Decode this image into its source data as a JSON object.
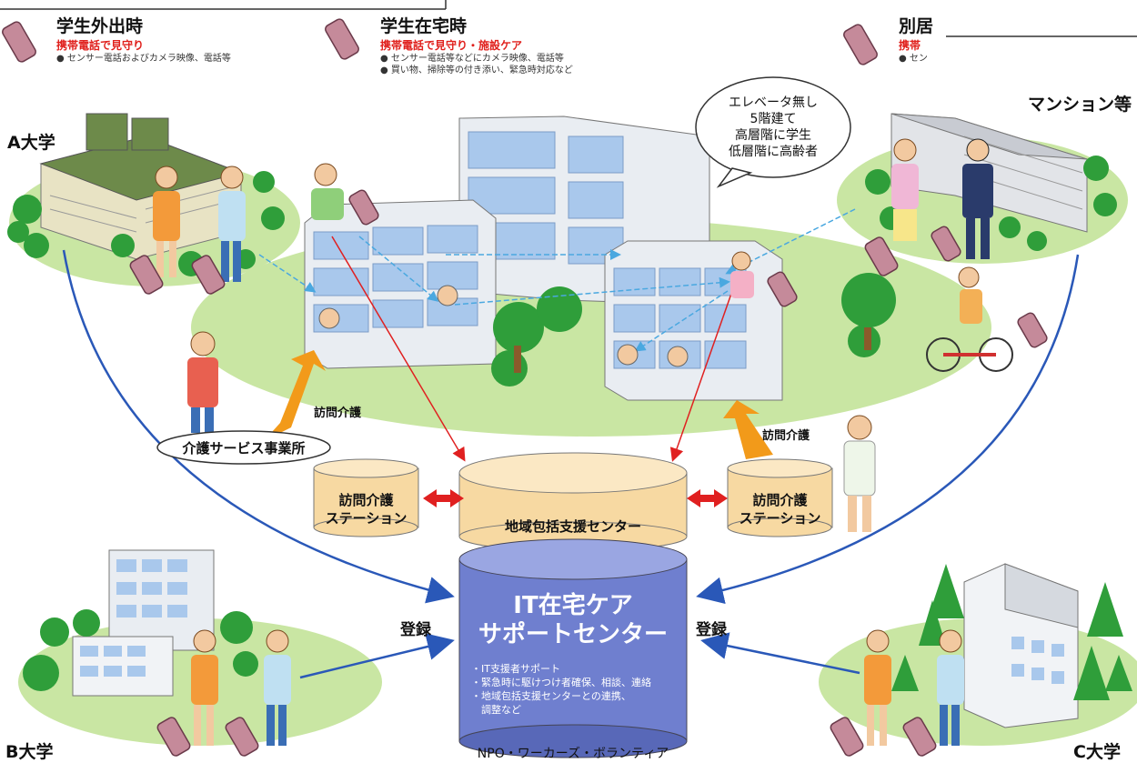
{
  "legend": [
    {
      "title": "学生外出時",
      "sub": "携帯電話で見守り",
      "bullets": [
        "センサー電話およびカメラ映像、電話等"
      ]
    },
    {
      "title": "学生在宅時",
      "sub": "携帯電話で見守り・施設ケア",
      "bullets": [
        "センサー電話等などにカメラ映像、電話等",
        "買い物、掃除等の付き添い、緊急時対応など"
      ]
    },
    {
      "title": "別居",
      "sub": "携帯",
      "bullets": [
        "セン"
      ]
    }
  ],
  "universities": {
    "a": "A大学",
    "b": "B大学",
    "c": "C大学"
  },
  "mansion_label": "マンション等",
  "speech_bubble": [
    "エレベータ無し",
    "5階建て",
    "高層階に学生",
    "低層階に高齢者"
  ],
  "visit_care": "訪問介護",
  "care_office": "介護サービス事業所",
  "station_label_line1": "訪問介護",
  "station_label_line2": "ステーション",
  "regional_center": "地域包括支援センター",
  "it_center": {
    "title_line1": "IT在宅ケア",
    "title_line2": "サポートセンター",
    "desc": [
      "・IT支援者サポート",
      "・緊急時に駆けつけ者確保、相談、連絡",
      "・地域包括支援センターとの連携、",
      "　調整など"
    ]
  },
  "registration": "登録",
  "bottom_caption": "NPO・ワーカーズ・ボランティア",
  "colors": {
    "ground": "#c9e6a3",
    "tree": "#2f9e3a",
    "building_glass": "#a9c8ec",
    "building_wall": "#e9edf2",
    "cylinder": "#f7d9a2",
    "it_cylinder": "#6f7fcf",
    "arrow_blue": "#2a58b8",
    "arrow_red": "#e02020",
    "arrow_orange": "#f29a1a",
    "phone": "#c58a9a"
  }
}
